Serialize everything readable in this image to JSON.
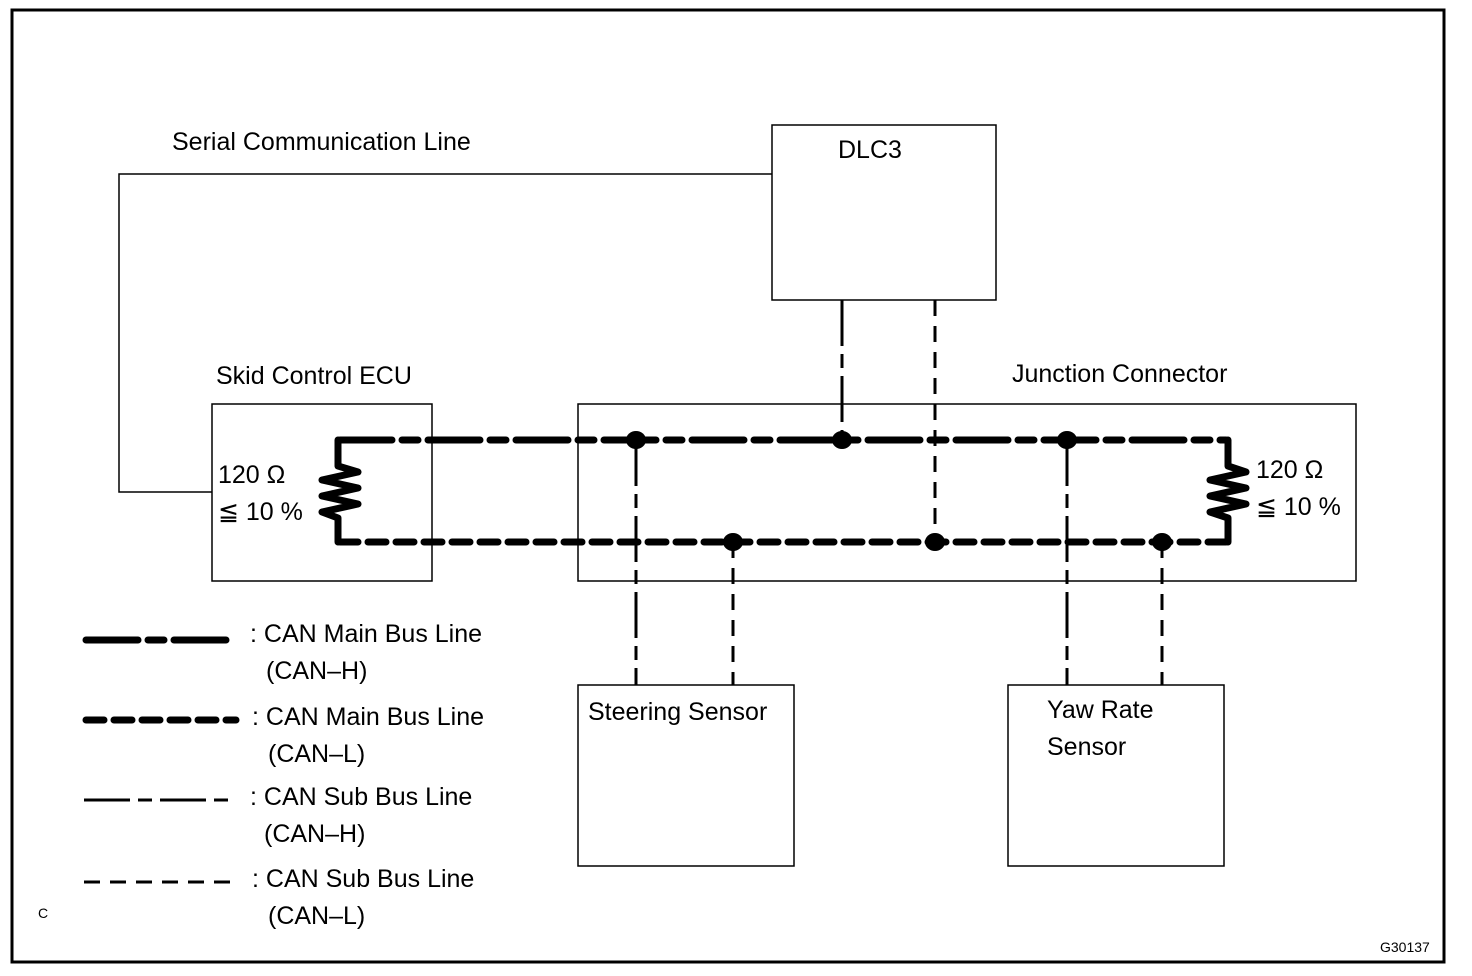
{
  "diagram": {
    "serial_line_label": "Serial Communication Line",
    "dlc3_label": "DLC3",
    "skid_ecu_label": "Skid Control ECU",
    "junction_label": "Junction Connector",
    "steering_sensor_label": "Steering Sensor",
    "yaw_rate_label_line1": "Yaw Rate",
    "yaw_rate_label_line2": "Sensor",
    "left_resistor": {
      "value": "120 Ω",
      "tolerance": "≦ 10 %"
    },
    "right_resistor": {
      "value": "120 Ω",
      "tolerance": "≦ 10 %"
    },
    "corner_mark": "C",
    "figure_id": "G30137"
  },
  "legend": [
    {
      "style": "main-h",
      "line1": ": CAN Main Bus Line",
      "line2": "(CAN–H)"
    },
    {
      "style": "main-l",
      "line1": ": CAN Main Bus Line",
      "line2": "(CAN–L)"
    },
    {
      "style": "sub-h",
      "line1": ": CAN Sub Bus Line",
      "line2": "(CAN–H)"
    },
    {
      "style": "sub-l",
      "line1": ": CAN Sub Bus Line",
      "line2": "(CAN–L)"
    }
  ]
}
